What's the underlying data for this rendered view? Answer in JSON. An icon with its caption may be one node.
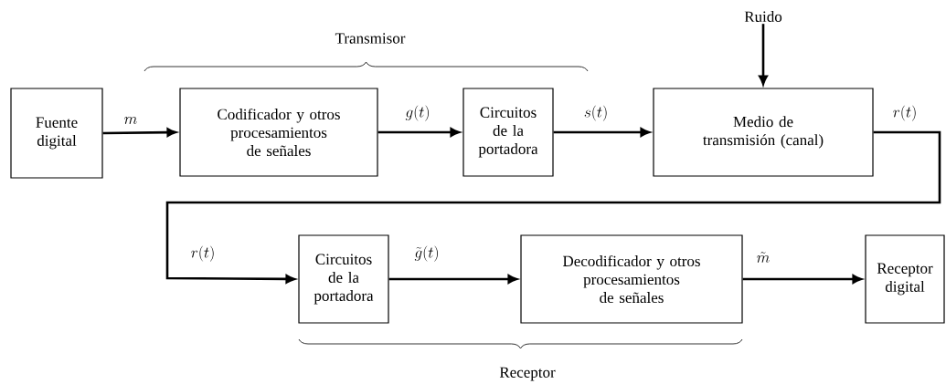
{
  "diagram": {
    "nodes": [
      {
        "text": [
          "Fuente digital"
        ]
      },
      {
        "text": [
          "Codificador y otros procesamientos de señales"
        ]
      },
      {
        "text": [
          "Circuitos de la portadora"
        ]
      },
      {
        "text": [
          "Medio de transmisión (canal)"
        ]
      },
      {
        "text": [
          "Circuitos de la portadora"
        ]
      },
      {
        "text": [
          "Decodificador y otros procesamientos de señales"
        ]
      },
      {
        "text": [
          "Receptor digital"
        ]
      },
      {
        "text": [
          "Ruido"
        ]
      }
    ],
    "edges": [
      {
        "from": 0,
        "to": 1,
        "arrow": "to",
        "label": "m"
      },
      {
        "from": 1,
        "to": 2,
        "arrow": "to",
        "label": "g(t)"
      },
      {
        "from": 2,
        "to": 3,
        "arrow": "to",
        "label": "s(t)"
      },
      {
        "from": 7,
        "to": 3,
        "arrow": "to"
      },
      {
        "from": 3,
        "to": 4,
        "arrow": "to",
        "label": "r(t)"
      },
      {
        "from": 4,
        "to": 5,
        "arrow": "to",
        "label": "\\tilde{g}(t)"
      },
      {
        "from": 5,
        "to": 6,
        "arrow": "to",
        "label": "\\tilde{m}"
      }
    ],
    "labels": [
      "r(t)",
      "Transmisor",
      "Receptor"
    ]
  }
}
